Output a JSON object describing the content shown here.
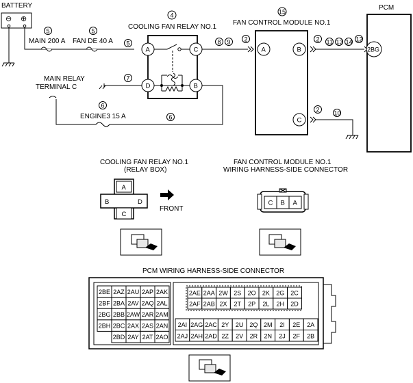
{
  "labels": {
    "battery": "BATTERY",
    "battery_minus": "⊖",
    "battery_plus": "⊕",
    "pcm": "PCM",
    "main_fuse": "MAIN 200 A",
    "fan_de_fuse": "FAN DE 40 A",
    "relay_title": "COOLING FAN RELAY NO.1",
    "fcm_title": "FAN CONTROL MODULE NO.1",
    "main_relay_line1": "MAIN RELAY",
    "main_relay_line2": "TERMINAL C",
    "engine3_fuse": "ENGINE3 15 A",
    "relay_box_line1": "COOLING FAN RELAY NO.1",
    "relay_box_line2": "(RELAY BOX)",
    "fcm_conn_line1": "FAN CONTROL MODULE NO.1",
    "fcm_conn_line2": "WIRING HARNESS-SIDE CONNECTOR",
    "front": "FRONT",
    "pcm_conn_title": "PCM WIRING HARNESS-SIDE CONNECTOR"
  },
  "terminals": {
    "relay_a": "A",
    "relay_c": "C",
    "relay_d": "D",
    "relay_b": "B",
    "fcm_a": "A",
    "fcm_b": "B",
    "fcm_c": "C",
    "pcm_2bg": "2BG"
  },
  "wire_numbers": {
    "n5_main": "5",
    "n5_fan": "5",
    "n5_relay": "5",
    "n4": "4",
    "n15": "15",
    "n8": "8",
    "n9": "9",
    "n2_a": "2",
    "n2_b": "2",
    "n11": "11",
    "n13": "13",
    "n14": "14",
    "n12": "12",
    "n7": "7",
    "n6_fuse": "6",
    "n6_wire": "6",
    "n2_c": "2",
    "n10": "10"
  },
  "relay_connector": {
    "top": "A",
    "left": "B",
    "bottom": "C",
    "right": "D"
  },
  "fcm_connector": [
    "C",
    "B",
    "A"
  ],
  "pcm_connector": {
    "left_rows": [
      [
        "2BE",
        "2AZ",
        "2AU",
        "2AP",
        "2AK"
      ],
      [
        "2BF",
        "2BA",
        "2AV",
        "2AQ",
        "2AL"
      ],
      [
        "2BG",
        "2BB",
        "2AW",
        "2AR",
        "2AM"
      ],
      [
        "2BH",
        "2BC",
        "2AX",
        "2AS",
        "2AN"
      ],
      [
        "",
        "2BD",
        "2AY",
        "2AT",
        "2AO"
      ]
    ],
    "right_top_rows": [
      [
        "2AE",
        "2AA",
        "2W",
        "2S",
        "2O",
        "2K",
        "2G",
        "2C"
      ],
      [
        "2AF",
        "2AB",
        "2X",
        "2T",
        "2P",
        "2L",
        "2H",
        "2D"
      ]
    ],
    "right_bottom_rows": [
      [
        "2AI",
        "2AG",
        "2AC",
        "2Y",
        "2U",
        "2Q",
        "2M",
        "2I",
        "2E",
        "2A"
      ],
      [
        "2AJ",
        "2AH",
        "2AD",
        "2Z",
        "2V",
        "2R",
        "2N",
        "2J",
        "2F",
        "2B"
      ]
    ]
  }
}
